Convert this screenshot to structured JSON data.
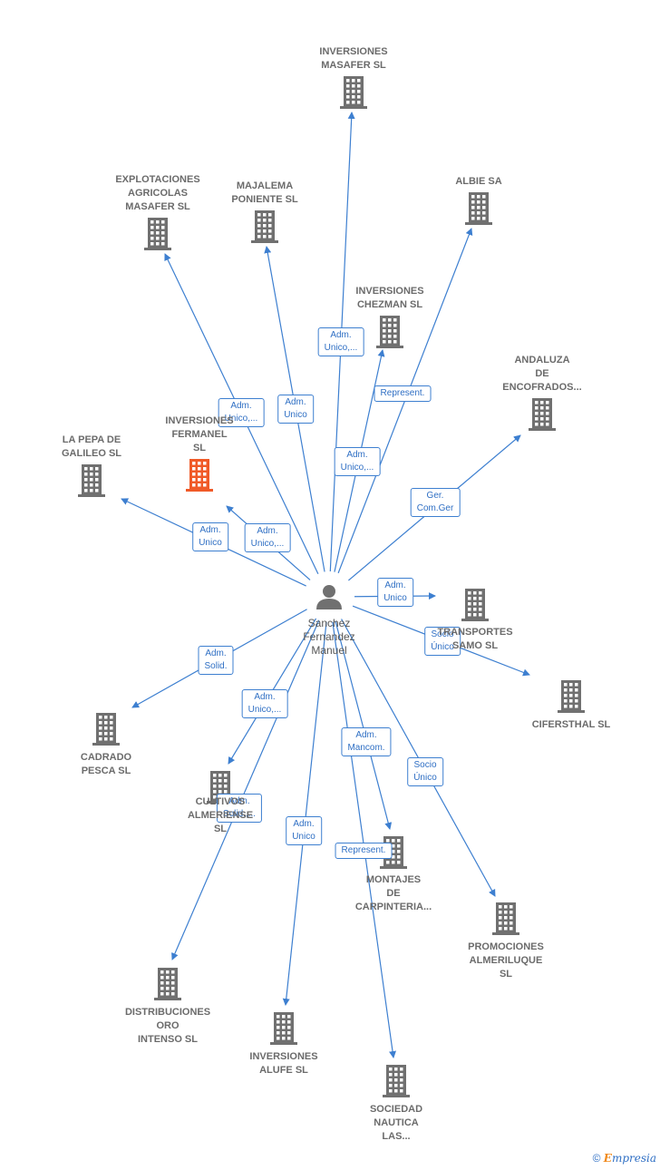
{
  "center": {
    "label": "Sanchez\nFernandez\nManuel",
    "icon": "person-icon"
  },
  "colors": {
    "edge": "#3d7fd0",
    "building": "#707070",
    "highlight": "#f05a28"
  },
  "nodes": [
    {
      "id": "inversiones-masafer",
      "label": "INVERSIONES\nMASAFER  SL"
    },
    {
      "id": "explotaciones",
      "label": "EXPLOTACIONES\nAGRICOLAS\nMASAFER  SL"
    },
    {
      "id": "majalema",
      "label": "MAJALEMA\nPONIENTE  SL"
    },
    {
      "id": "albie",
      "label": "ALBIE SA"
    },
    {
      "id": "chezman",
      "label": "INVERSIONES\nCHEZMAN  SL"
    },
    {
      "id": "andaluza",
      "label": "ANDALUZA\nDE\nENCOFRADOS..."
    },
    {
      "id": "fermanel",
      "label": "INVERSIONES\nFERMANEL\nSL",
      "highlight": true
    },
    {
      "id": "pepa",
      "label": "LA PEPA DE\nGALILEO  SL"
    },
    {
      "id": "transportes",
      "label": "TRANSPORTES\nSAMO SL"
    },
    {
      "id": "cifersthal",
      "label": "CIFERSTHAL SL"
    },
    {
      "id": "cadrado",
      "label": "CADRADO\nPESCA  SL"
    },
    {
      "id": "cultivos",
      "label": "CULTIVOS\nALMERIENSE\nSL"
    },
    {
      "id": "montajes",
      "label": "MONTAJES\nDE\nCARPINTERIA..."
    },
    {
      "id": "promociones",
      "label": "PROMOCIONES\nALMERILUQUE\nSL"
    },
    {
      "id": "distribuciones",
      "label": "DISTRIBUCIONES\nORO\nINTENSO  SL"
    },
    {
      "id": "alufe",
      "label": "INVERSIONES\nALUFE  SL"
    },
    {
      "id": "nautica",
      "label": "SOCIEDAD\nNAUTICA\nLAS..."
    }
  ],
  "edges": [
    {
      "to": "inversiones-masafer",
      "label": "Adm.\nUnico,..."
    },
    {
      "to": "explotaciones",
      "label": "Adm.\nUnico,..."
    },
    {
      "to": "majalema",
      "label": "Adm.\nUnico"
    },
    {
      "to": "albie",
      "label": "Represent."
    },
    {
      "to": "chezman",
      "label": "Adm.\nUnico,..."
    },
    {
      "to": "andaluza",
      "label": "Ger.\nCom.Ger"
    },
    {
      "to": "fermanel",
      "label": "Adm.\nUnico,..."
    },
    {
      "to": "pepa",
      "label": "Adm.\nUnico"
    },
    {
      "to": "transportes",
      "label": "Adm.\nUnico"
    },
    {
      "to": "cifersthal",
      "label": "Socio\nÚnico"
    },
    {
      "to": "cadrado",
      "label": "Adm.\nSolid."
    },
    {
      "to": "cultivos",
      "label": "Adm.\nUnico,..."
    },
    {
      "to": "montajes",
      "label": "Adm.\nMancom."
    },
    {
      "to": "promociones",
      "label": "Socio\nÚnico"
    },
    {
      "to": "distribuciones",
      "label": "Adm.\nSolid.,..."
    },
    {
      "to": "alufe",
      "label": "Adm.\nUnico"
    },
    {
      "to": "nautica",
      "label": "Represent."
    }
  ],
  "footer": {
    "copyright": "©",
    "brand_initial": "E",
    "brand_rest": "mpresia"
  }
}
